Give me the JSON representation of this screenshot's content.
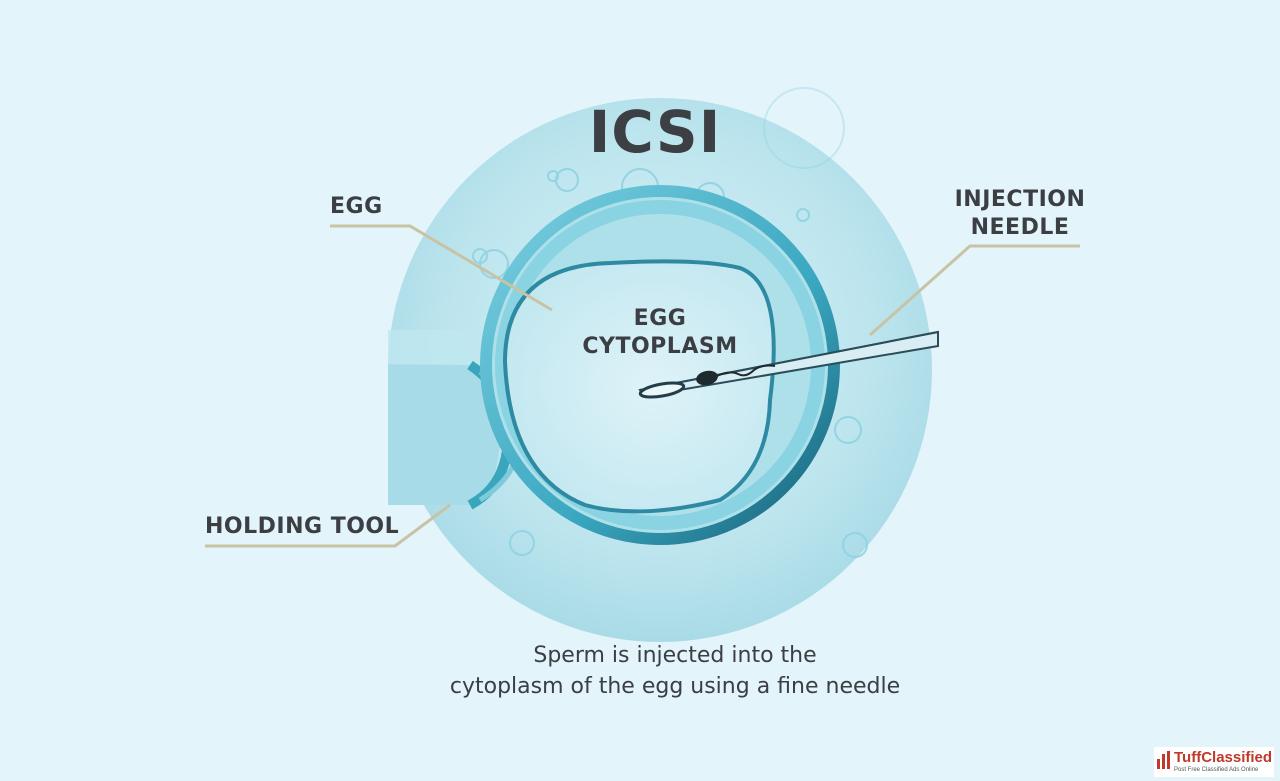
{
  "title": "ICSI",
  "labels": {
    "egg": "EGG",
    "egg_cytoplasm_line1": "EGG",
    "egg_cytoplasm_line2": "CYTOPLASM",
    "injection_needle_line1": "INJECTION",
    "injection_needle_line2": "NEEDLE",
    "holding_tool": "HOLDING TOOL"
  },
  "caption": {
    "line1": "Sperm is injected into the",
    "line2": "cytoplasm of the egg using a fine needle"
  },
  "watermark": {
    "name": "TuffClassified",
    "tagline": "Post Free Classified Ads Online"
  },
  "colors": {
    "background": "#e3f4fa",
    "dish": "#bfe6ef",
    "egg_ring": "#4cb6cc",
    "egg_ring_dark": "#1e6f86",
    "leader_line": "#c8c3a4",
    "text": "#3b3e42",
    "watermark_red": "#c0392b"
  }
}
